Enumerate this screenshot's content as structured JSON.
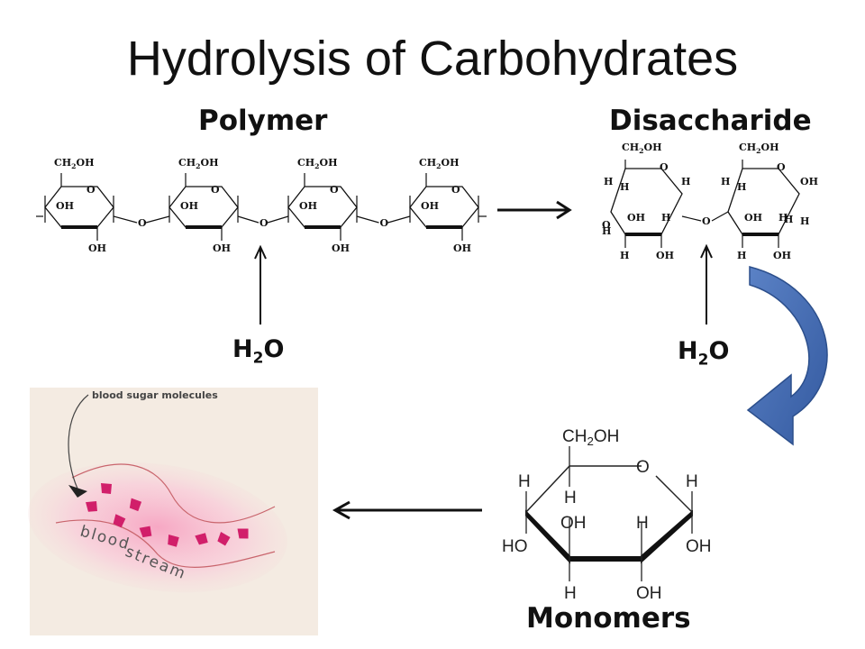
{
  "title": "Hydrolysis of Carbohydrates",
  "polymer_label": "Polymer",
  "disaccharide_label": "Disaccharide",
  "monomers_label": "Monomers",
  "water": {
    "formula_base": "H",
    "subscript": "2",
    "formula_end": "O"
  },
  "ring_labels": {
    "ch2oh_sub": "CH2OH",
    "ch2oh_main": "CH",
    "ch2oh_two": "2",
    "ch2oh_end": "OH",
    "oh": "OH",
    "ho": "HO",
    "h": "H",
    "o": "O"
  },
  "blood_panel": {
    "caption": "blood sugar molecules",
    "stream_word1": "blood",
    "stream_word2": "stream"
  },
  "colors": {
    "curved_arrow": "#4a6fb5",
    "sugar_mark": "#d11f6a",
    "blood_glow": "#f5a9c4"
  }
}
